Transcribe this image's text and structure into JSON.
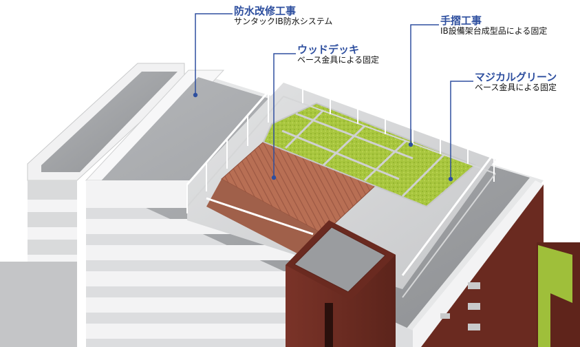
{
  "colors": {
    "accent": "#2e4f9f",
    "wall_brown": "#6e2d22",
    "roof_gray": "#9a9c9f",
    "grass": "#a4c43a",
    "deck": "#b56d52"
  },
  "callouts": [
    {
      "id": "waterproof",
      "title": "防水改修工事",
      "subtitle": "サンタックIB防水システム"
    },
    {
      "id": "handrail",
      "title": "手摺工事",
      "subtitle": "IB設備架台成型品による固定"
    },
    {
      "id": "wooddeck",
      "title": "ウッドデッキ",
      "subtitle": "ベース金具による固定"
    },
    {
      "id": "greenery",
      "title": "マジカルグリーン",
      "subtitle": "ベース金具による固定"
    }
  ]
}
